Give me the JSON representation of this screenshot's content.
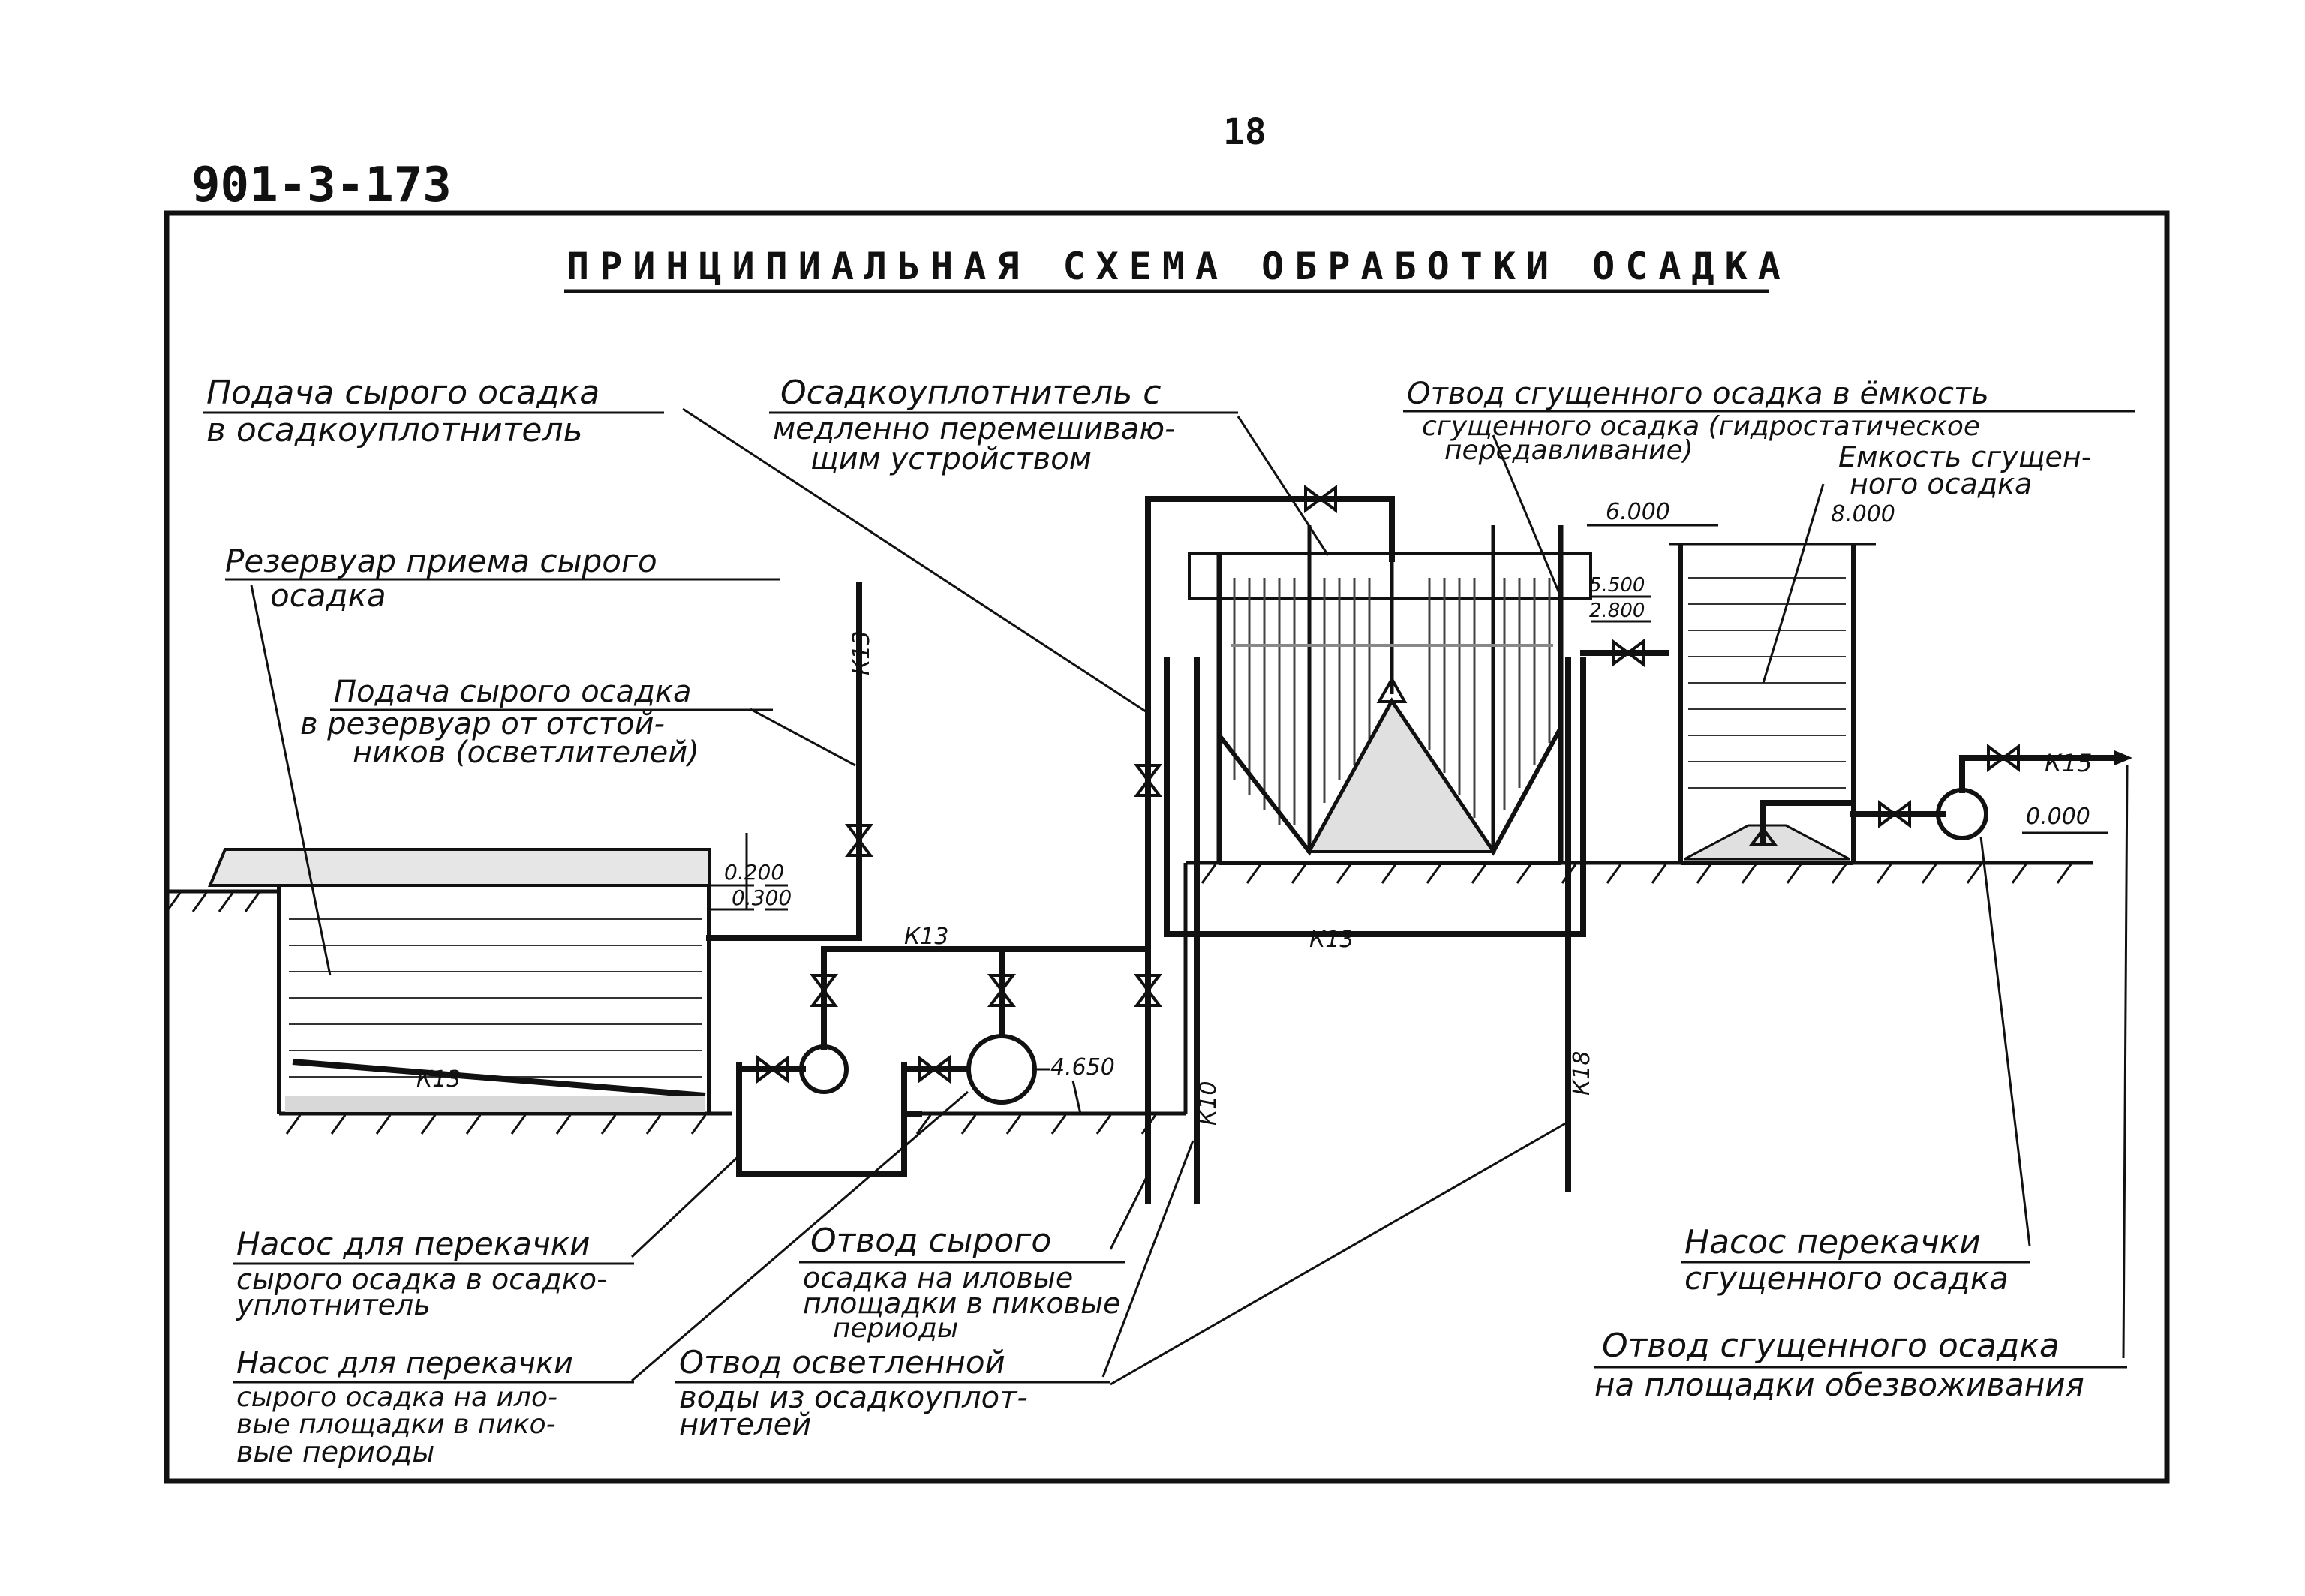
{
  "sheet": {
    "doc_code": "901-3-173",
    "page_number": "18",
    "title": "ПРИНЦИПИАЛЬНАЯ СХЕМА ОБРАБОТКИ ОСАДКА"
  },
  "labels": {
    "feed_raw_to_thickener": [
      "Подача сырого осадка",
      "в осадкоуплотнитель"
    ],
    "raw_reservoir": [
      "Резервуар приема сырого",
      "осадка"
    ],
    "feed_raw_to_reservoir": [
      "Подача сырого осадка",
      "в резервуар от отстой-",
      "ников (осветлителей)"
    ],
    "thickener": [
      "Осадкоуплотнитель с",
      "медленно перемешиваю-",
      "щим устройством"
    ],
    "thick_discharge_to_tank": [
      "Отвод сгущенного осадка в ёмкость",
      "сгущенного осадка (гидростатическое",
      "передавливание)"
    ],
    "thick_tank": [
      "Емкость сгущен-",
      "ного осадка"
    ],
    "pump_raw_to_thickener": [
      "Насос для перекачки",
      "сырого осадка в осадко-",
      "уплотнитель"
    ],
    "pump_raw_to_beds": [
      "Насос для перекачки",
      "сырого осадка на ило-",
      "вые площадки в пико-",
      "вые периоды"
    ],
    "raw_discharge_to_beds": [
      "Отвод сырого",
      "осадка на иловые",
      "площадки в пиковые",
      "периоды"
    ],
    "clarified_water_discharge": [
      "Отвод осветленной",
      "воды из осадкоуплот-",
      "нителей"
    ],
    "thick_pump": [
      "Насос перекачки",
      "сгущенного осадка"
    ],
    "thick_discharge_to_dewatering": [
      "Отвод сгущенного осадка",
      "на площадки обезвоживания"
    ]
  },
  "pipe_codes": {
    "k13": "К13",
    "k15": "К15",
    "k10": "К10",
    "k18": "К18"
  },
  "elevations": {
    "e6000": "6.000",
    "e5500": "5.500",
    "e2800": "2.800",
    "e8000": "8.000",
    "e0200": "0.200",
    "e0300": "0.300",
    "e4650": "4.650",
    "e0000": "0.000"
  }
}
